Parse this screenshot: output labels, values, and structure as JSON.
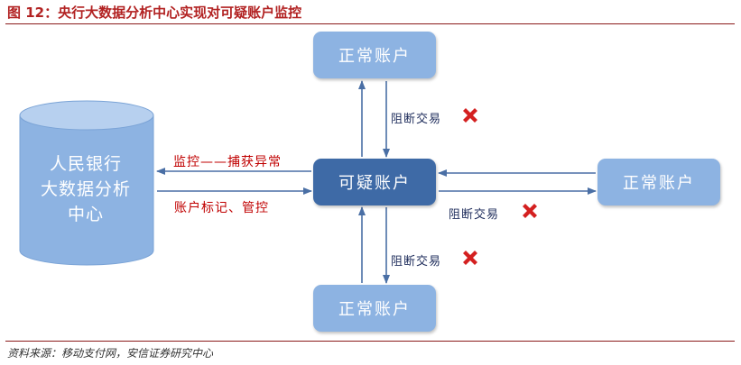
{
  "figure": {
    "title": "图 12：央行大数据分析中心实现对可疑账户监控",
    "source": "资料来源：移动支付网，安信证券研究中心"
  },
  "nodes": {
    "database": {
      "line1": "人民银行",
      "line2": "大数据分析",
      "line3": "中心"
    },
    "suspicious": "可疑账户",
    "normal_top": "正常账户",
    "normal_right": "正常账户",
    "normal_bottom": "正常账户"
  },
  "edges": {
    "monitor_label": "监控——捕获异常",
    "mark_label": "账户标记、管控",
    "block_top": "阻断交易",
    "block_right": "阻断交易",
    "block_bottom": "阻断交易"
  },
  "colors": {
    "title": "#b22222",
    "normal_box": "#8db3e2",
    "suspicious_box": "#3e6aa6",
    "cylinder": "#8db3e2",
    "arrow": "#4a6fa5",
    "block_icon": "#d42020",
    "label_red": "#c00000"
  },
  "icons": {
    "block": "cross-icon"
  }
}
